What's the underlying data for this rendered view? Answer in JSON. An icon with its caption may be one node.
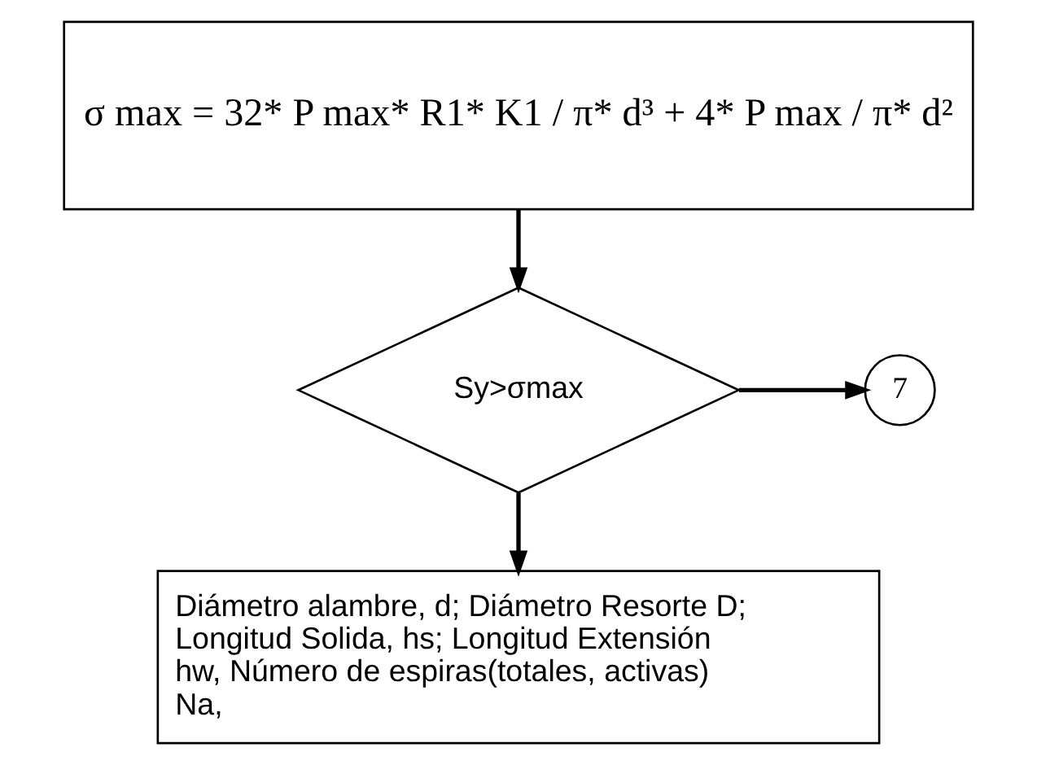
{
  "diagram": {
    "nodes": [
      {
        "text": [
          "σ max = 32* P max* R1* K1 / π* d³ + 4* P max / π* d²"
        ]
      },
      {
        "text": [
          "Sy>σmax"
        ]
      },
      {
        "text": [
          "7"
        ]
      },
      {
        "text": [
          "Diámetro alambre, d; Diámetro Resorte D; Longitud Solida, hs; Longitud Extensión hw, Número de espiras(totales, activas) Na,"
        ]
      }
    ],
    "edges": [
      {
        "from": 0,
        "to": 1,
        "arrow": "to"
      },
      {
        "from": 1,
        "to": 2,
        "arrow": "to"
      },
      {
        "from": 1,
        "to": 3,
        "arrow": "to"
      }
    ]
  }
}
